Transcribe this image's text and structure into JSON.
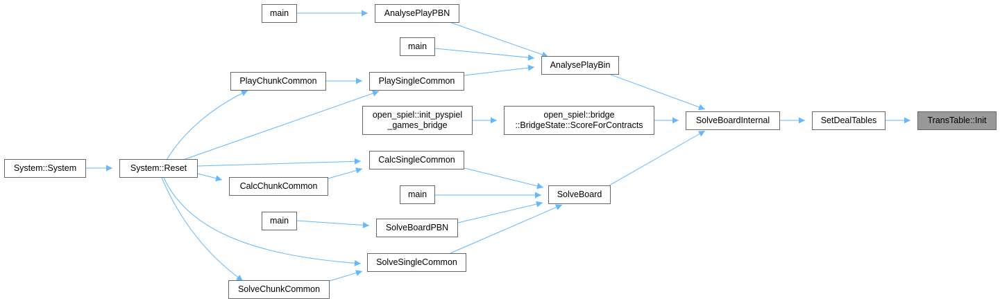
{
  "colors": {
    "edge": "#63b8ff",
    "node_border": "#666666",
    "node_fill": "#ffffff",
    "current_fill": "#999999"
  },
  "nodes": {
    "trans_table_init": "TransTable::Init",
    "set_deal_tables": "SetDealTables",
    "solve_board_internal": "SolveBoardInternal",
    "analyse_play_bin": "AnalysePlayBin",
    "solve_board": "SolveBoard",
    "score_for_contracts": "open_spiel::bridge\n::BridgeState::ScoreForContracts",
    "init_pyspiel_bridge": "open_spiel::init_pyspiel\n_games_bridge",
    "analyse_play_pbn": "AnalysePlayPBN",
    "main_1": "main",
    "main_2": "main",
    "main_3": "main",
    "main_4": "main",
    "play_single_common": "PlaySingleCommon",
    "play_chunk_common": "PlayChunkCommon",
    "calc_single_common": "CalcSingleCommon",
    "calc_chunk_common": "CalcChunkCommon",
    "solve_board_pbn": "SolveBoardPBN",
    "solve_single_common": "SolveSingleCommon",
    "solve_chunk_common": "SolveChunkCommon",
    "system_reset": "System::Reset",
    "system_system": "System::System"
  }
}
